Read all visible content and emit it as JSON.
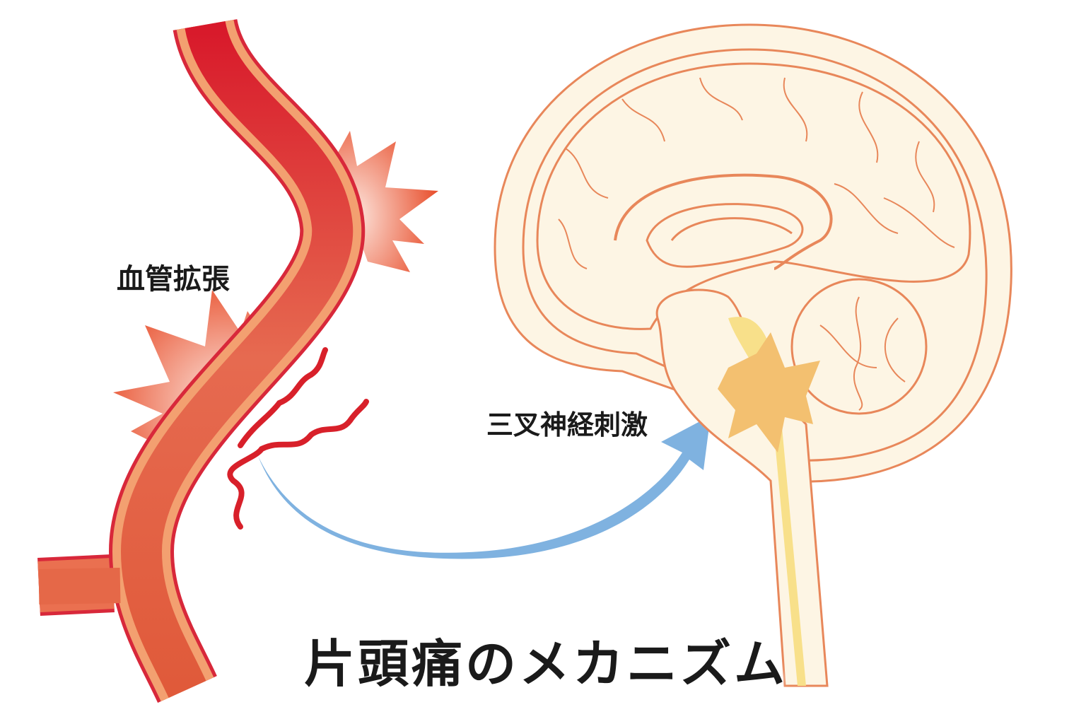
{
  "labels": {
    "vasodilation": "血管拡張",
    "trigeminal_stimulation": "三叉神経刺激",
    "title": "片頭痛のメカニズム"
  },
  "colors": {
    "vessel_outer": "#e03a2c",
    "vessel_inner": "#f0a070",
    "brain_fill": "#fdf5e4",
    "brain_line": "#e8875a",
    "spinal_cord": "#f8e08a",
    "arrow": "#7fb2e0",
    "pain_burst": "#e8502e"
  }
}
